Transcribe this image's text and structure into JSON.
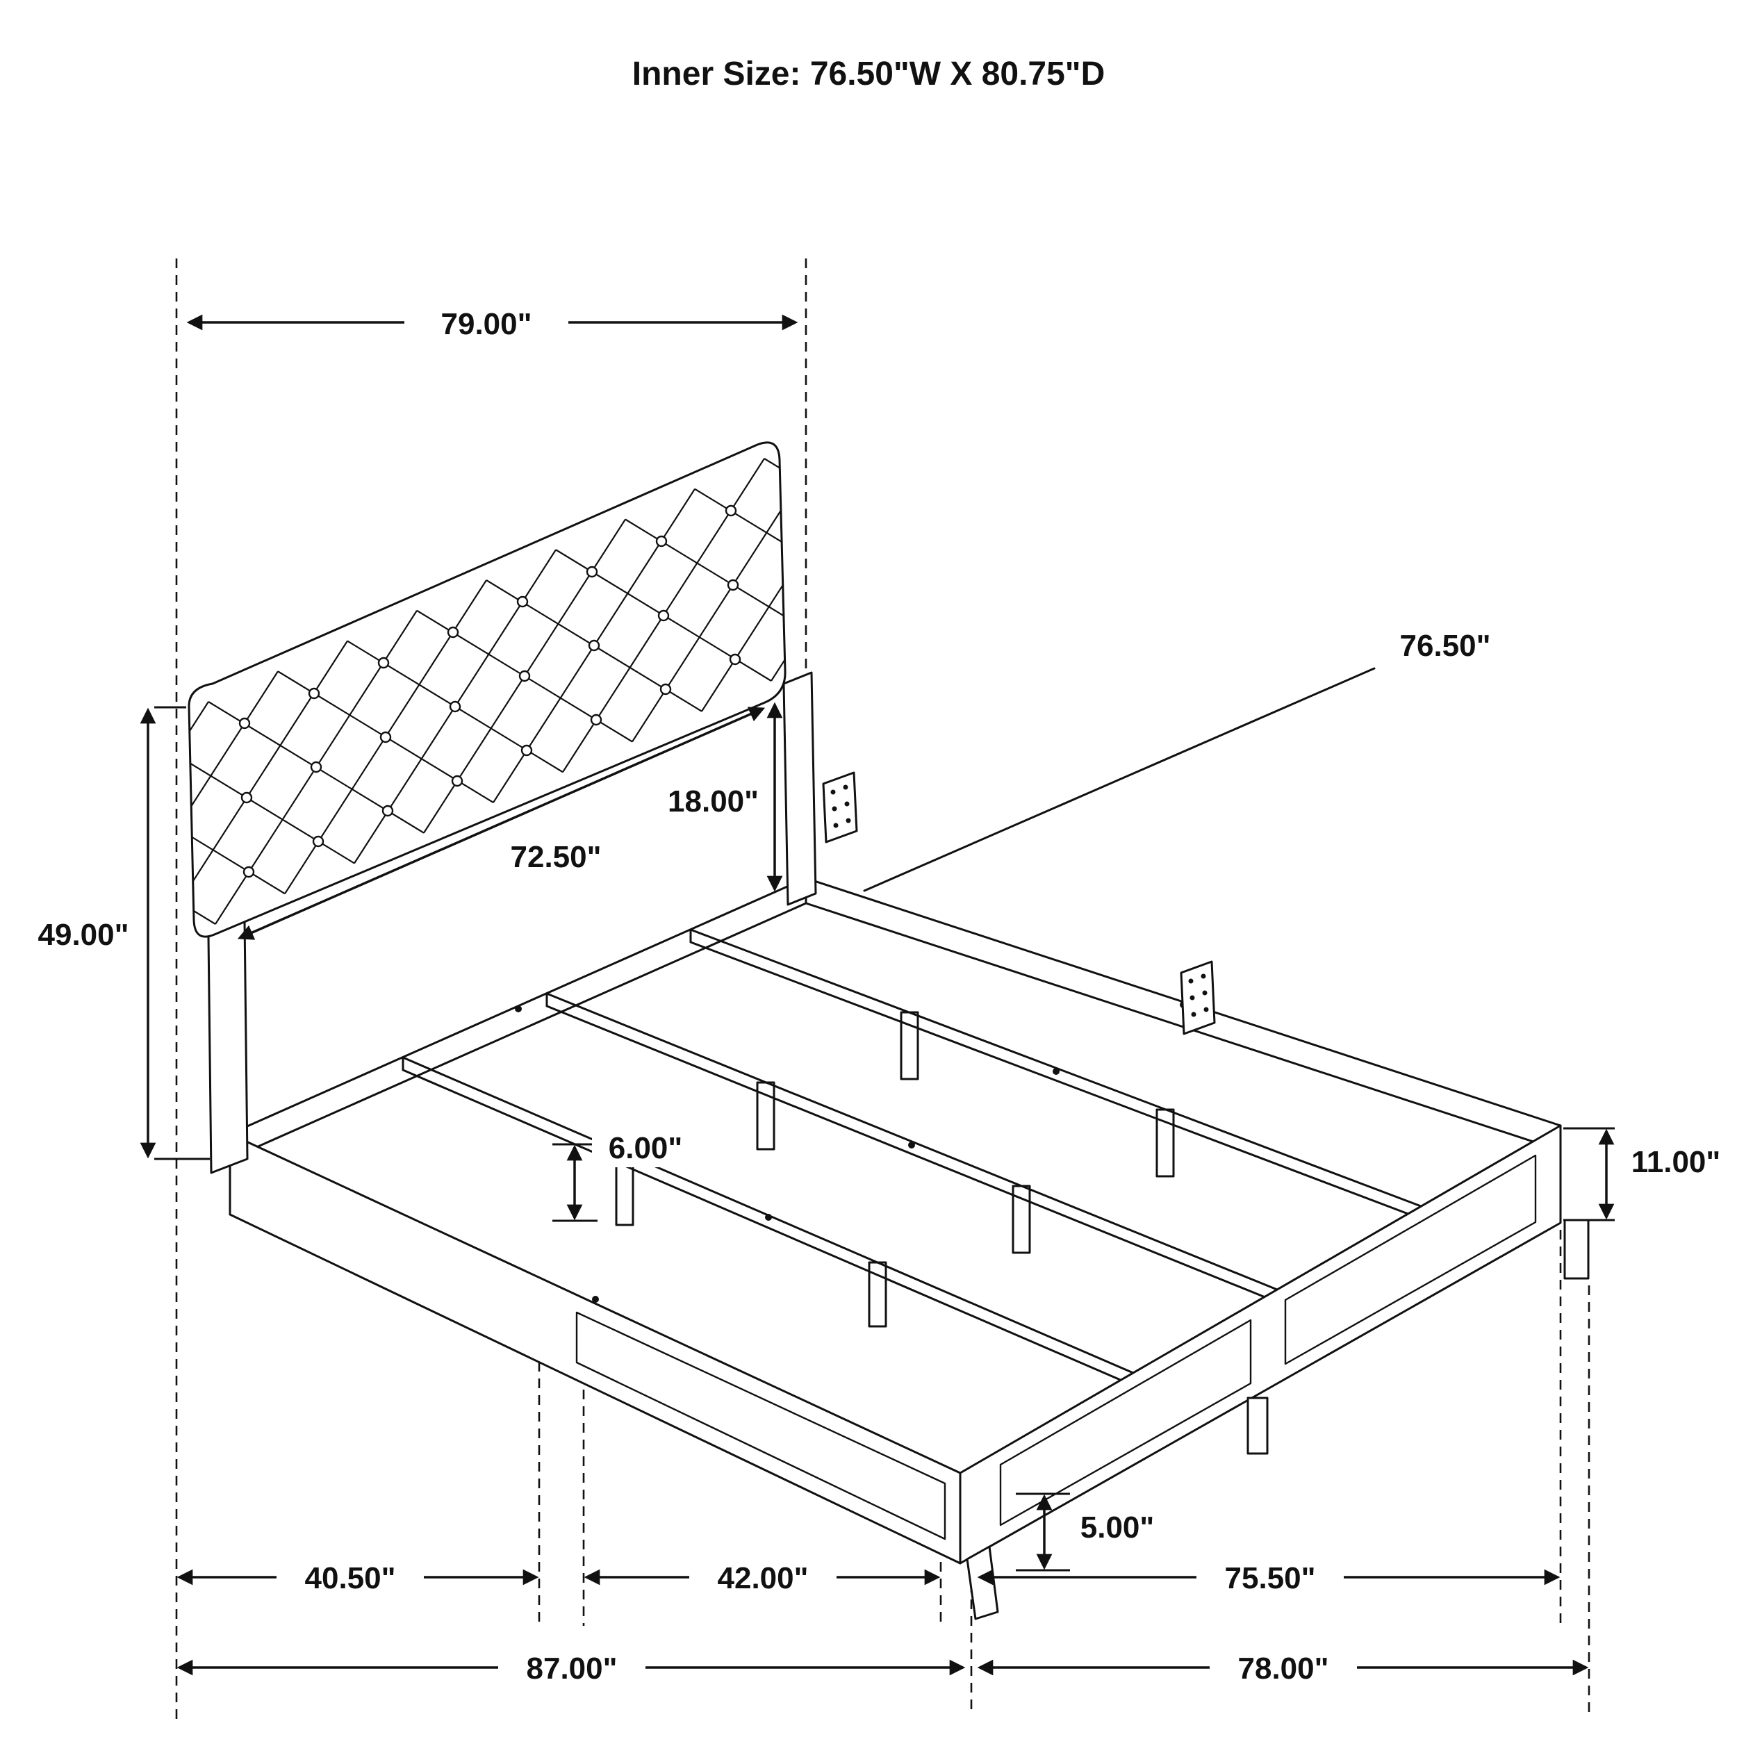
{
  "title": "Inner Size: 76.50\"W X 80.75\"D",
  "dimensions": {
    "overall_width": "79.00\"",
    "headboard_height": "49.00\"",
    "headboard_width": "72.50\"",
    "panel_height": "18.00\"",
    "inner_width": "76.50\"",
    "support_leg_height": "6.00\"",
    "rail_height": "11.00\"",
    "foot_clearance": "5.00\"",
    "span_left": "40.50\"",
    "span_center": "42.00\"",
    "span_right": "75.50\"",
    "length_left": "87.00\"",
    "length_right": "78.00\""
  }
}
